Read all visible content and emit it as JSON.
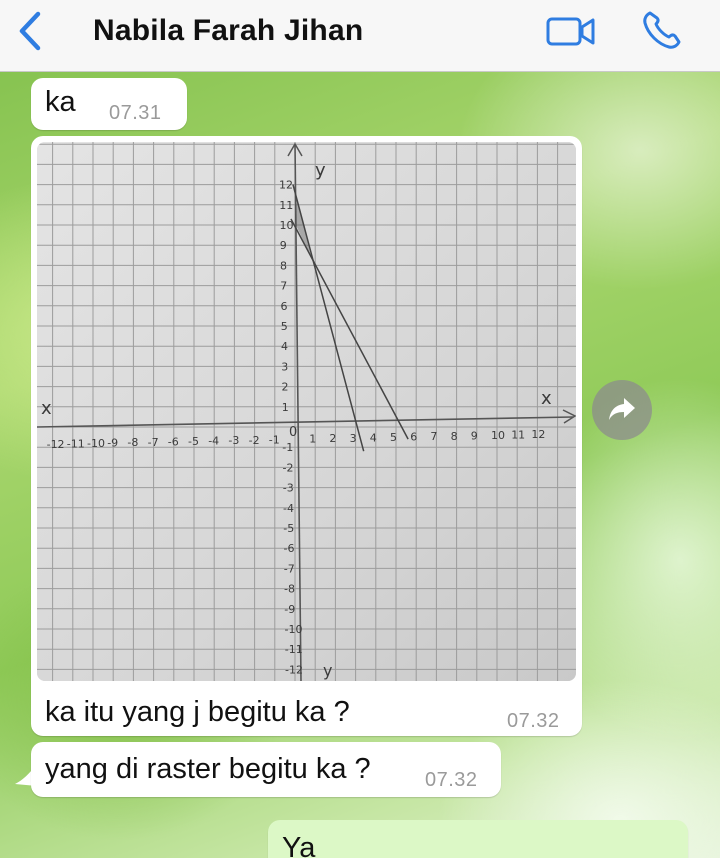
{
  "header": {
    "back_icon": "chevron-left-icon",
    "contact_name": "Nabila Farah Jihan",
    "video_icon": "video-camera-icon",
    "phone_icon": "phone-icon",
    "accent_color": "#2f7de1"
  },
  "messages": [
    {
      "direction": "incoming",
      "text": "ka",
      "time": "07.31"
    },
    {
      "direction": "incoming",
      "has_photo": true,
      "photo": {
        "x_axis_label": "x",
        "y_axis_label": "y",
        "origin_label": "0",
        "x_tick_labels": [
          "-12",
          "-11",
          "-10",
          "-9",
          "-8",
          "-7",
          "-6",
          "-5",
          "-4",
          "-3",
          "-2",
          "-1",
          "1",
          "2",
          "3",
          "4",
          "5",
          "6",
          "7",
          "8",
          "9",
          "10",
          "11",
          "12"
        ],
        "y_tick_labels": [
          "12",
          "11",
          "10",
          "9",
          "8",
          "7",
          "6",
          "5",
          "4",
          "3",
          "2",
          "1",
          "-1",
          "-2",
          "-3",
          "-4",
          "-5",
          "-6",
          "-7",
          "-8",
          "-9",
          "-10",
          "-11",
          "-12"
        ]
      },
      "text": "ka itu yang j begitu ka ?",
      "time": "07.32"
    },
    {
      "direction": "incoming",
      "text": "yang di raster begitu ka ?",
      "time": "07.32"
    },
    {
      "direction": "outgoing",
      "text": "Ya",
      "bubble_color": "#dcf8c6"
    }
  ],
  "forward_icon": "forward-arrow-icon"
}
